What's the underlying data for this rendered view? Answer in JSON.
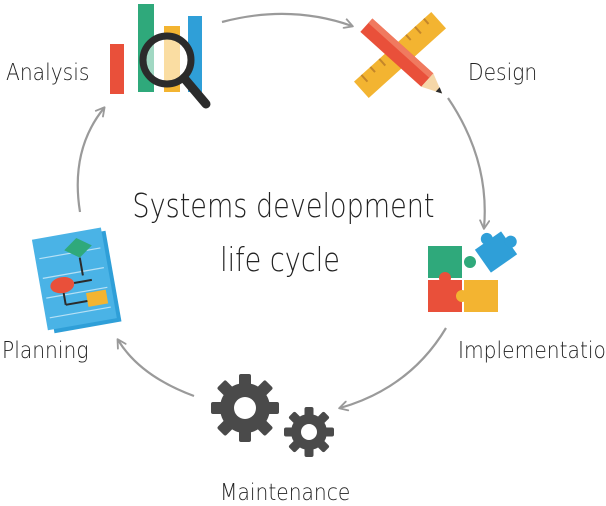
{
  "diagram": {
    "title_line1": "Systems development",
    "title_line2": "life cycle",
    "stages": [
      {
        "label": "Analysis",
        "icon": "bar-chart-magnifier-icon"
      },
      {
        "label": "Design",
        "icon": "ruler-pencil-icon"
      },
      {
        "label": "Implementation",
        "icon": "puzzle-icon"
      },
      {
        "label": "Maintenance",
        "icon": "gears-icon"
      },
      {
        "label": "Planning",
        "icon": "flowchart-icon"
      }
    ],
    "colors": {
      "arrow": "#9a9a9a",
      "red": "#e9503a",
      "green": "#2fa97b",
      "yellow": "#f3b431",
      "blue": "#2f9fd8",
      "dark": "#2b2b2b",
      "gear": "#4a4a4a"
    }
  }
}
